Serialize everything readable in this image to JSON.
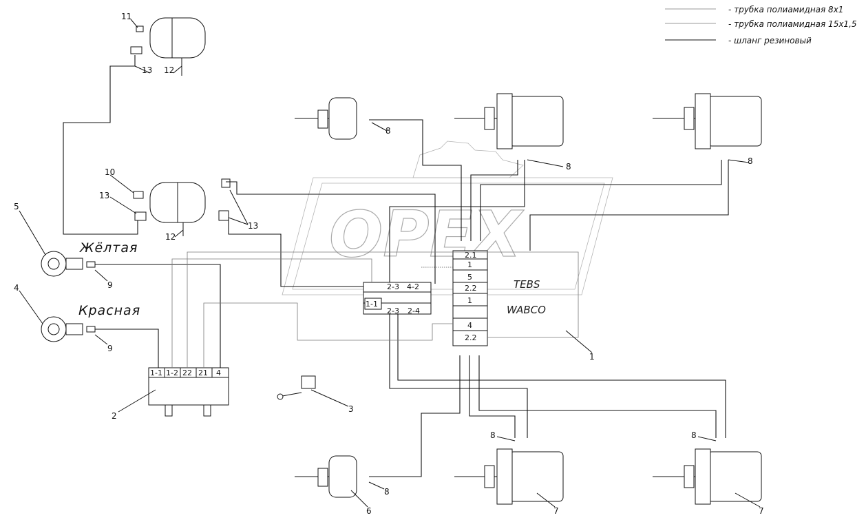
{
  "legend": [
    {
      "text": "- трубка полиамидная 8х1",
      "style": "thin"
    },
    {
      "text": "- трубка полиамидная 15х1,5",
      "style": "thin"
    },
    {
      "text": "- шланг резиновый",
      "style": "hose"
    }
  ],
  "coupling_labels": {
    "yellow": "Жёлтая",
    "red": "Красная"
  },
  "module": {
    "brand": "TEBS",
    "maker": "WABCO",
    "ports": [
      "2.1",
      "1",
      "5",
      "2.2",
      "1",
      "4",
      "2.2"
    ]
  },
  "relay_valve_ports": [
    "1-1",
    "2-3",
    "2-4",
    "4-2",
    "2-3"
  ],
  "block2_ports": [
    "1-1",
    "1-2",
    "22",
    "21",
    "4"
  ],
  "watermark": "OPEX",
  "callouts": {
    "n1": "1",
    "n2": "2",
    "n3": "3",
    "n4": "4",
    "n5": "5",
    "n6": "6",
    "n7a": "7",
    "n7b": "7",
    "n8a": "8",
    "n8b": "8",
    "n8c": "8",
    "n8d": "8",
    "n8e": "8",
    "n8f": "8",
    "n9a": "9",
    "n9b": "9",
    "n10": "10",
    "n11": "11",
    "n12a": "12",
    "n12b": "12",
    "n13a": "13",
    "n13b": "13",
    "n13c": "13"
  }
}
